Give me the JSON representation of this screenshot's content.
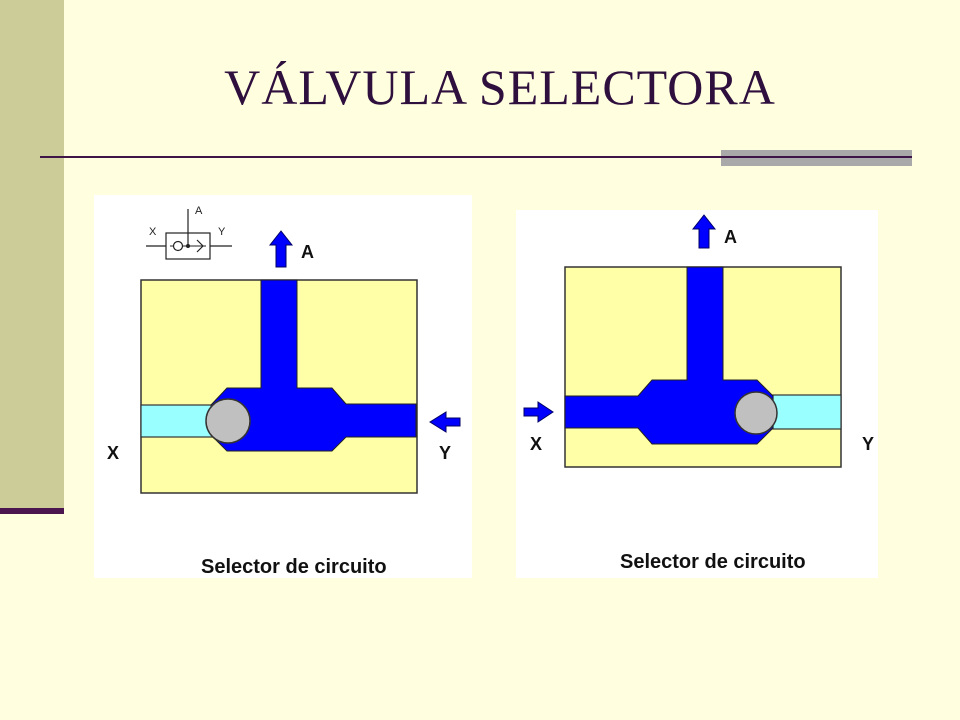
{
  "slide": {
    "title": "VÁLVULA SELECTORA",
    "colors": {
      "background": "#FFFFE0",
      "side_bar": "#CCCC99",
      "title_text": "#2E0F3D",
      "rule": "#3E1546",
      "rule_accent": "#A9A9A9"
    }
  },
  "diagram_left": {
    "symbol": {
      "port_a": "A",
      "port_x": "X",
      "port_y": "Y"
    },
    "port_a": "A",
    "port_x": "X",
    "port_y": "Y",
    "caption": "Selector de circuito"
  },
  "diagram_right": {
    "port_a": "A",
    "port_x": "X",
    "port_y": "Y",
    "caption": "Selector de circuito"
  },
  "diagram_colors": {
    "body": "#FFFFA8",
    "pressure": "#0000FF",
    "exhaust": "#99FFFF",
    "ball": "#C0C0C0",
    "outline": "#333333"
  }
}
